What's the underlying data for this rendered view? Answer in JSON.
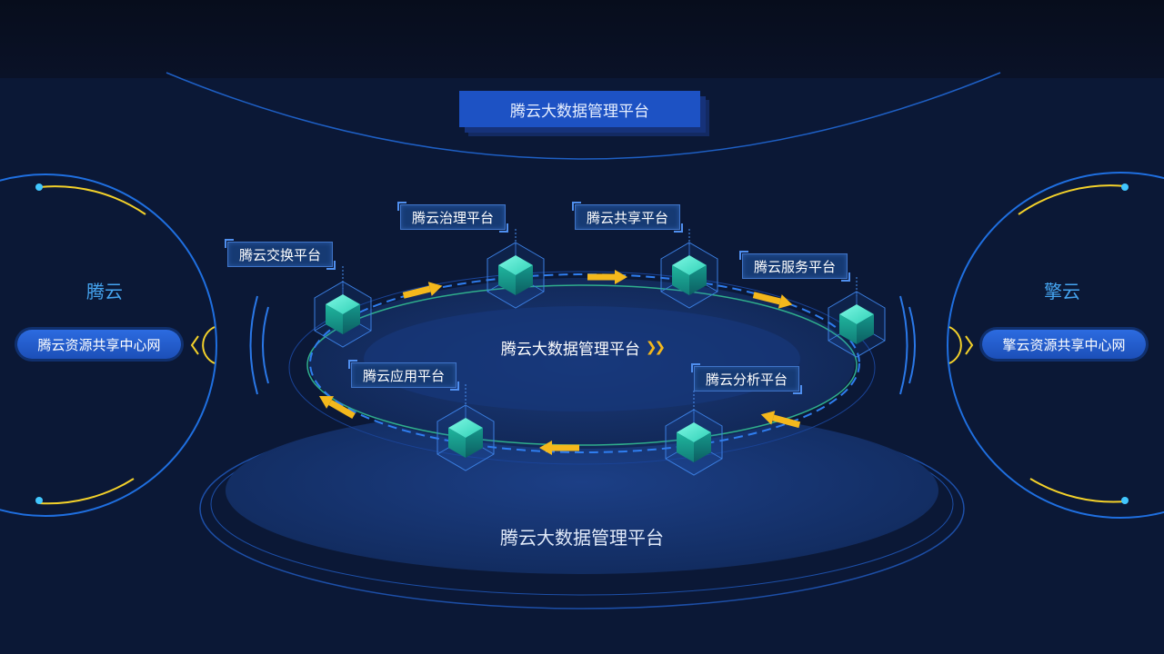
{
  "header": {
    "title": "腾云大数据管理平台"
  },
  "left": {
    "title": "腾云",
    "pill": "腾云资源共享中心网"
  },
  "right": {
    "title": "擎云",
    "pill": "擎云资源共享中心网"
  },
  "center": {
    "label": "腾云大数据管理平台",
    "arrow_icon": "double-chevron-right-icon"
  },
  "base": {
    "label": "腾云大数据管理平台"
  },
  "platforms": [
    {
      "id": "exchange",
      "label": "腾云交换平台"
    },
    {
      "id": "governance",
      "label": "腾云治理平台"
    },
    {
      "id": "sharing",
      "label": "腾云共享平台"
    },
    {
      "id": "service",
      "label": "腾云服务平台"
    },
    {
      "id": "analysis",
      "label": "腾云分析平台"
    },
    {
      "id": "application",
      "label": "腾云应用平台"
    }
  ],
  "colors": {
    "background": "#0b1836",
    "accent_blue": "#2c6be0",
    "arrow_yellow": "#f4b81c",
    "cube_teal": "#2ee0c0"
  }
}
